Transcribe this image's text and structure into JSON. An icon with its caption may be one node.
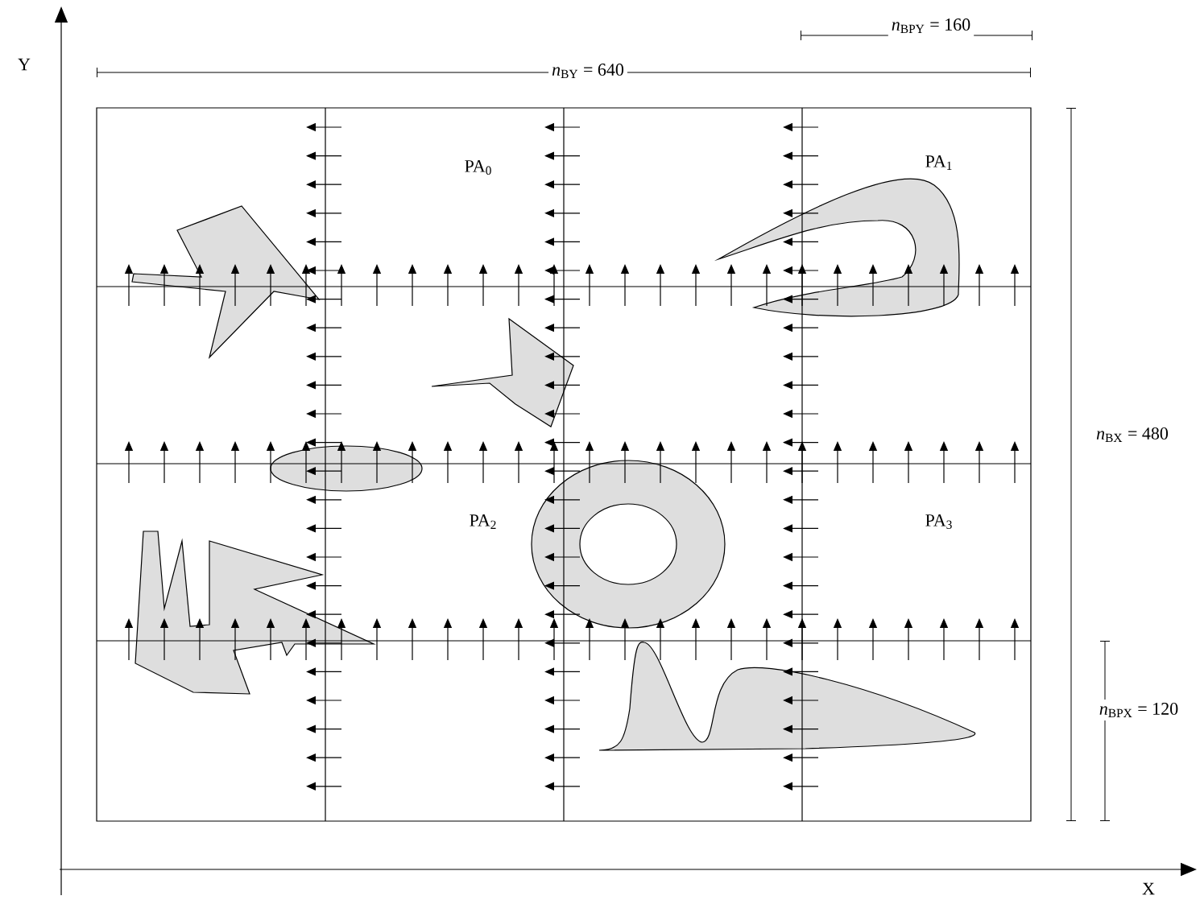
{
  "diagram": {
    "labels": [
      "Y",
      "*n*$_{BPY}$ = 160",
      "*n*$_{BY}$ = 640",
      "PA$_{0}$",
      "PA$_{1}$",
      "*n*$_{BX}$ = 480",
      "PA$_{2}$",
      "PA$_{3}$",
      "*n*$_{BPX}$ = 120",
      "X"
    ]
  }
}
